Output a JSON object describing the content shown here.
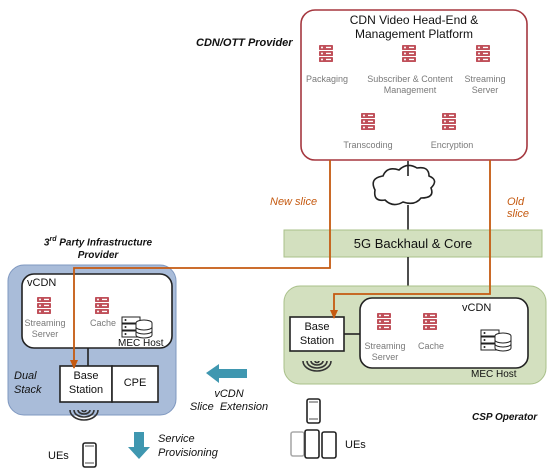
{
  "cdn_provider": {
    "heading": "CDN/OTT Provider",
    "platform_title_line1": "CDN Video Head-End &",
    "platform_title_line2": "Management Platform",
    "components": {
      "packaging": "Packaging",
      "subscriber_line1": "Subscriber & Content",
      "subscriber_line2": "Management",
      "streaming_line1": "Streaming",
      "streaming_line2": "Server",
      "transcoding": "Transcoding",
      "encryption": "Encryption"
    }
  },
  "slices": {
    "new": "New slice",
    "old": "Old slice"
  },
  "backhaul": {
    "label": "5G Backhaul & Core"
  },
  "third_party": {
    "heading_prefix": "3",
    "heading_sup": "rd",
    "heading_rest": " Party Infrastructure",
    "heading_line2": "Provider",
    "vcdn": "vCDN",
    "streaming_line1": "Streaming",
    "streaming_line2": "Server",
    "cache": "Cache",
    "mec_host": "MEC Host",
    "dual_line1": "Dual",
    "dual_line2": "Stack",
    "base_line1": "Base",
    "base_line2": "Station",
    "cpe": "CPE",
    "ues": "UEs"
  },
  "csp": {
    "heading": "CSP Operator",
    "base_line1": "Base",
    "base_line2": "Station",
    "vcdn": "vCDN",
    "streaming_line1": "Streaming",
    "streaming_line2": "Server",
    "cache": "Cache",
    "mec_host": "MEC Host",
    "ues": "UEs"
  },
  "actions": {
    "vcdn_ext_line1": "vCDN",
    "vcdn_ext_line2": "Slice  Extension",
    "service_line1": "Service",
    "service_line2": "Provisioning"
  },
  "colors": {
    "maroon": "#a5373f",
    "server_pink": "#c0505a",
    "orange": "#c55a11",
    "green_fill": "#d3e0bf",
    "green_stroke": "#a9c08a",
    "blue_fill": "#a9bcd9",
    "blue_stroke": "#7f98c0",
    "teal_arrow": "#3f97b0"
  }
}
